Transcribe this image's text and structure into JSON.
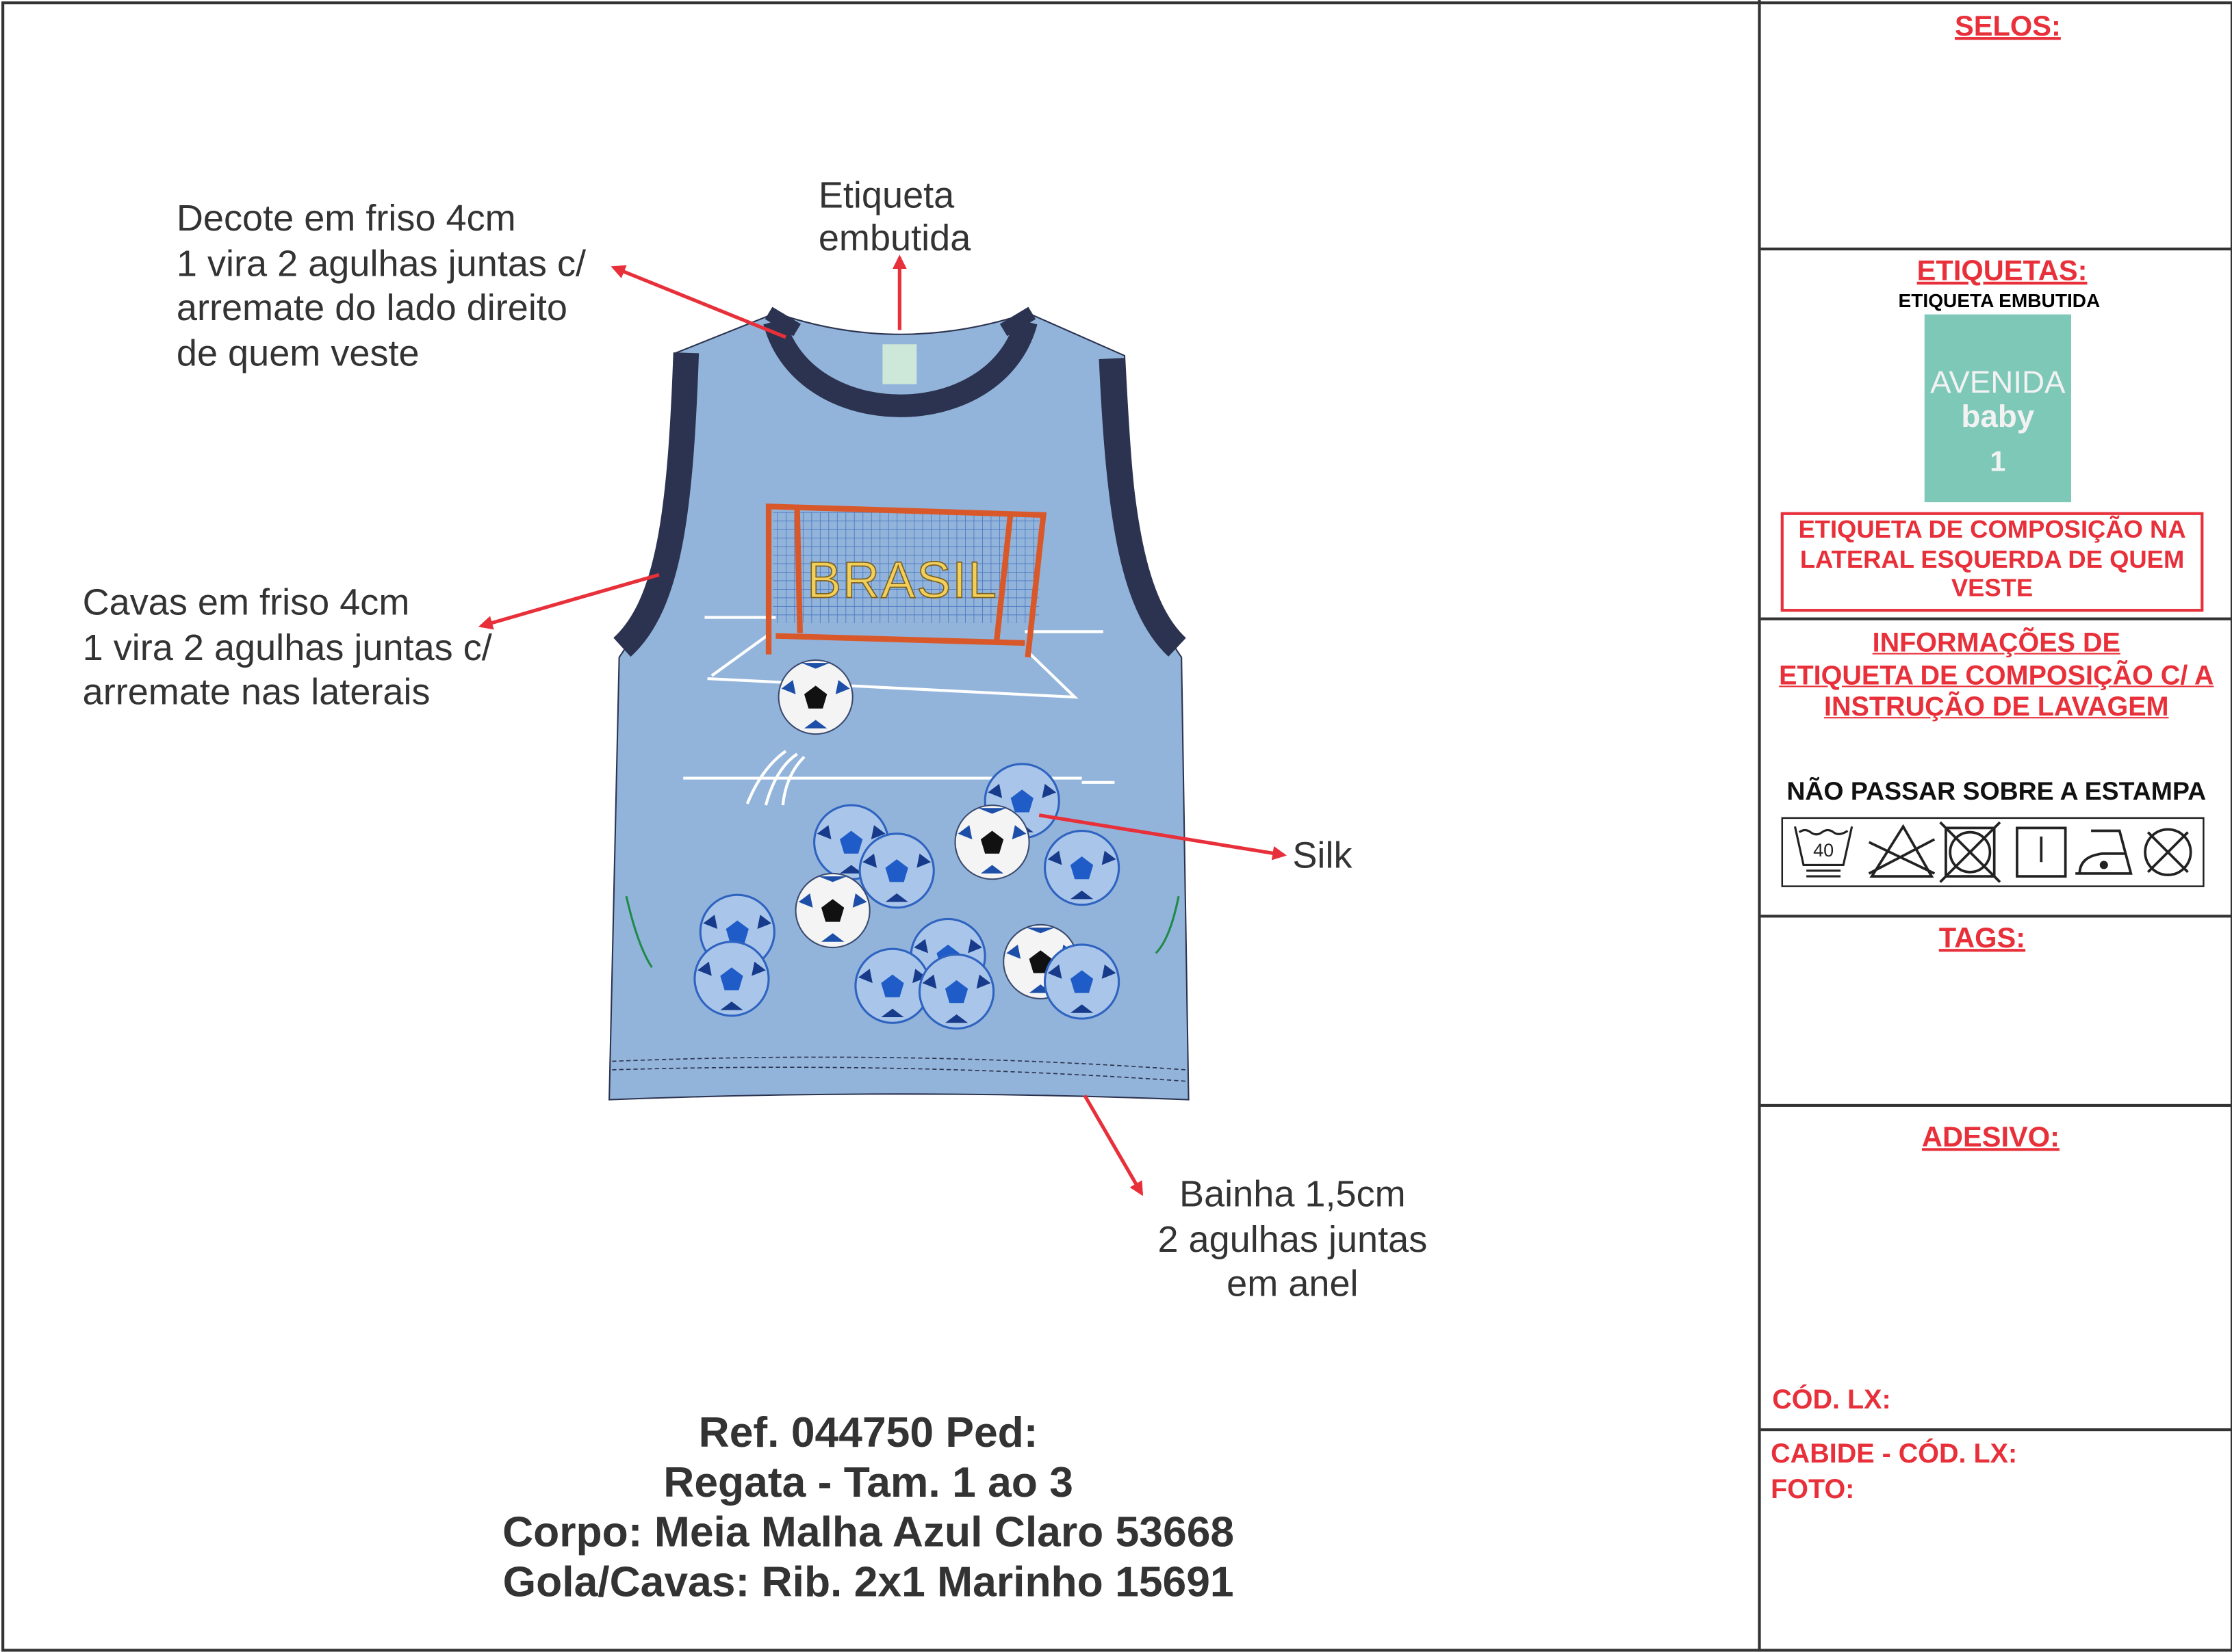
{
  "annotations": {
    "decote": [
      "Decote em friso 4cm",
      "1 vira 2 agulhas juntas c/",
      "arremate do lado direito",
      "de quem veste"
    ],
    "etiqueta": [
      "Etiqueta",
      "embutida"
    ],
    "cavas": [
      "Cavas em friso 4cm",
      "1 vira 2 agulhas juntas c/",
      "arremate nas laterais"
    ],
    "silk": "Silk",
    "bainha": [
      "Bainha 1,5cm",
      "2 agulhas juntas",
      "em anel"
    ]
  },
  "print_text": "BRASIL",
  "reference": [
    "Ref. 044750 Ped:",
    "Regata - Tam. 1 ao 3",
    "Corpo: Meia Malha Azul Claro 53668",
    "Gola/Cavas: Rib. 2x1 Marinho 15691"
  ],
  "panel": {
    "selos": "SELOS:",
    "etiquetas": "ETIQUETAS:",
    "etiqueta_embutida": "ETIQUETA EMBUTIDA",
    "logo": {
      "line1": "AVENIDA",
      "line2": "baby",
      "size": "1"
    },
    "composicao_box": [
      "ETIQUETA DE COMPOSIÇÃO NA",
      "LATERAL ESQUERDA DE QUEM",
      "VESTE"
    ],
    "informacoes": [
      "INFORMAÇÕES DE",
      "ETIQUETA DE COMPOSIÇÃO C/ A",
      "INSTRUÇÃO DE LAVAGEM"
    ],
    "nao_passar": "NÃO PASSAR SOBRE A ESTAMPA",
    "wash_temp": "40",
    "care_icons": [
      "wash-40-icon",
      "do-not-bleach-icon",
      "do-not-tumble-dry-icon",
      "line-dry-icon",
      "iron-low-icon",
      "do-not-dry-clean-icon"
    ],
    "tags": "TAGS:",
    "adesivo": "ADESIVO:",
    "cod_lx": "CÓD. LX:",
    "cabide": "CABIDE - CÓD. LX:",
    "foto": "FOTO:"
  },
  "colors": {
    "accent_red": "#e8303a",
    "shirt_body": "#93b4da",
    "navy_trim": "#2b3350",
    "label_mint": "#7ec8b8"
  }
}
